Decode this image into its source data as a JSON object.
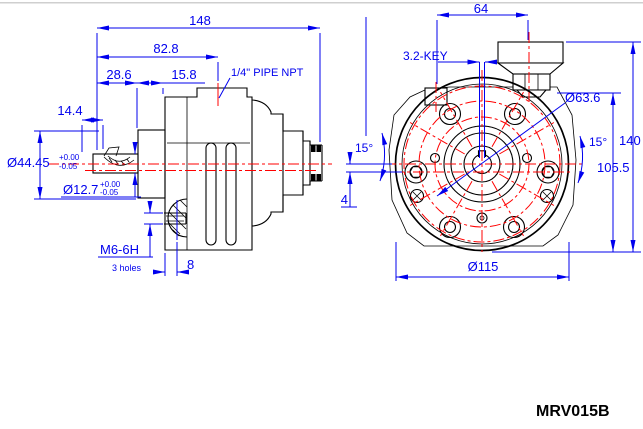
{
  "drawing": {
    "part_number": "MRV015B",
    "colors": {
      "geometry": "#000000",
      "dimension": "#0000EE",
      "centerline": "#FF0000",
      "background": "#FFFFFF"
    },
    "side_view": {
      "dimensions": {
        "overall_length": "148",
        "port_position": "82.8",
        "shaft_length": "28.6",
        "pilot_length": "15.8",
        "keyway_position": "14.4",
        "pilot_diameter": "Ø44.45",
        "pilot_tolerance_plus": "+0.00",
        "pilot_tolerance_minus": "-0.05",
        "shaft_diameter": "Ø12.7",
        "shaft_tolerance_plus": "+0.00",
        "shaft_tolerance_minus": "-0.05",
        "port_spec": "1/4\" PIPE NPT",
        "mounting_thread": "M6-6H",
        "mounting_holes_note": "3 holes",
        "hole_position": "8"
      }
    },
    "front_view": {
      "dimensions": {
        "breather_offset": "64",
        "key_spec": "3.2-KEY",
        "boss_diameter": "Ø63.6",
        "overall_height": "140",
        "port_height": "105.5",
        "hole_angle_left": "15°",
        "hole_angle_right": "15°",
        "hole_offset": "4",
        "flange_diameter": "Ø115"
      }
    }
  }
}
